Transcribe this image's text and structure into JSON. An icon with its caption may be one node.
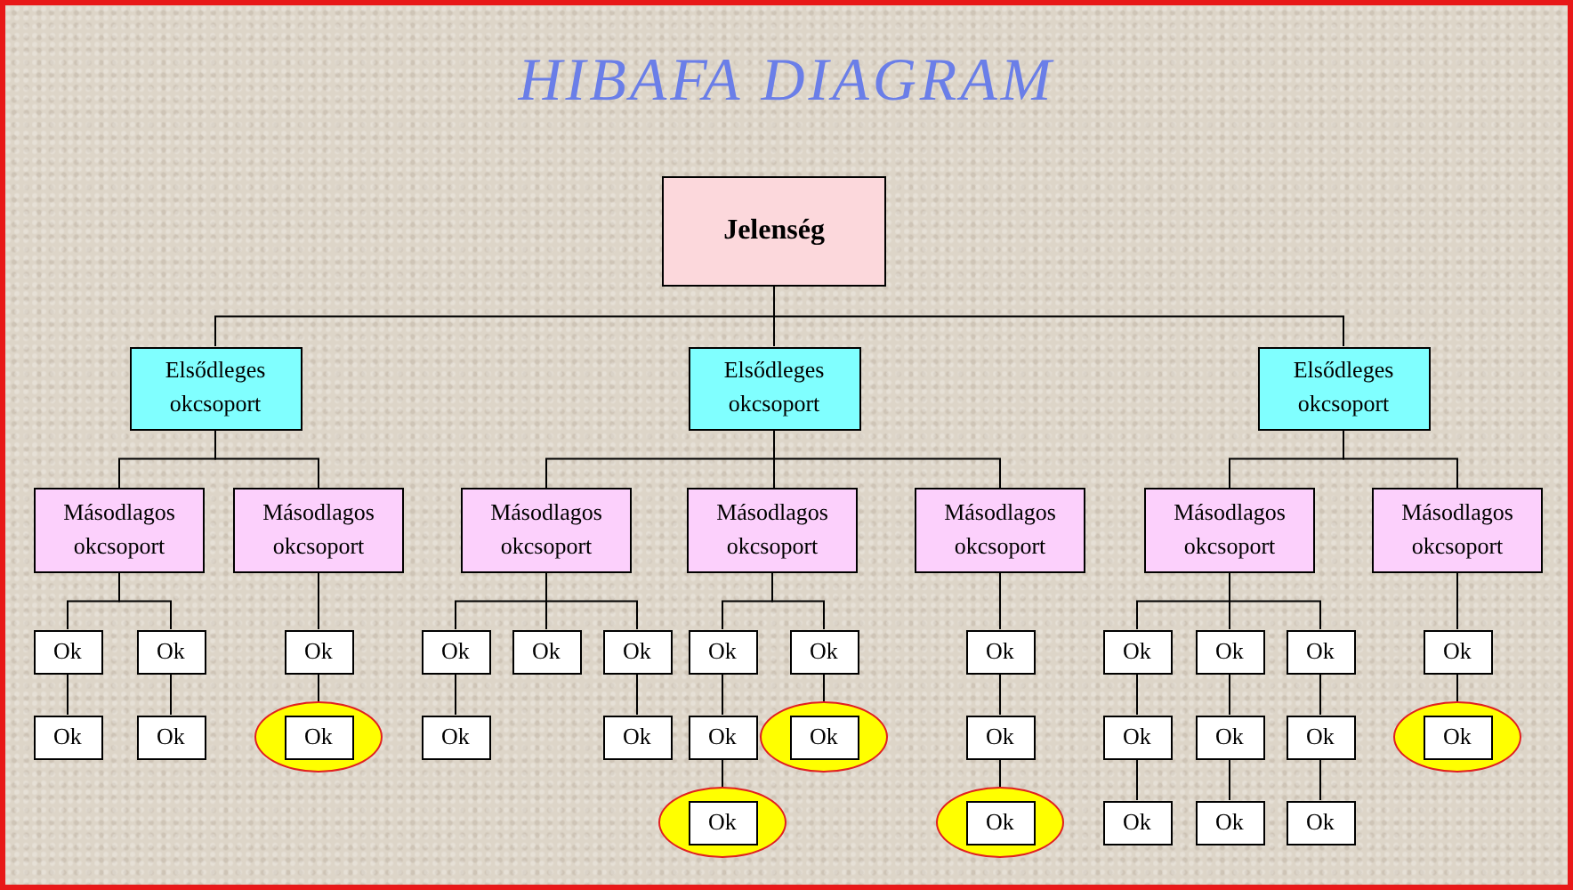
{
  "diagram": {
    "title": "HIBAFA DIAGRAM",
    "nodes": [
      {
        "text": [
          "Jelenség"
        ]
      },
      {
        "text": [
          "Elsődleges okcsoport"
        ]
      },
      {
        "text": [
          "Elsődleges okcsoport"
        ]
      },
      {
        "text": [
          "Elsődleges okcsoport"
        ]
      },
      {
        "text": [
          "Másodlagos okcsoport"
        ]
      },
      {
        "text": [
          "Másodlagos okcsoport"
        ]
      },
      {
        "text": [
          "Másodlagos okcsoport"
        ]
      },
      {
        "text": [
          "Másodlagos okcsoport"
        ]
      },
      {
        "text": [
          "Másodlagos okcsoport"
        ]
      },
      {
        "text": [
          "Másodlagos okcsoport"
        ]
      },
      {
        "text": [
          "Másodlagos okcsoport"
        ]
      },
      {
        "text": [
          "Ok"
        ]
      },
      {
        "text": [
          "Ok"
        ]
      },
      {
        "text": [
          "Ok"
        ]
      },
      {
        "text": [
          "Ok"
        ]
      },
      {
        "text": [
          "Ok"
        ]
      },
      {
        "text": [
          "Ok"
        ]
      },
      {
        "text": [
          "Ok"
        ]
      },
      {
        "text": [
          "Ok"
        ]
      },
      {
        "text": [
          "Ok"
        ]
      },
      {
        "text": [
          "Ok"
        ]
      },
      {
        "text": [
          "Ok"
        ]
      },
      {
        "text": [
          "Ok"
        ]
      },
      {
        "text": [
          "Ok"
        ]
      },
      {
        "text": [
          "Ok"
        ]
      },
      {
        "text": [
          "Ok"
        ]
      },
      {
        "text": [],
        "shape": "ellipse"
      },
      {
        "text": [
          "Ok"
        ],
        "in": 26
      },
      {
        "text": [
          "Ok"
        ]
      },
      {
        "text": [
          "Ok"
        ]
      },
      {
        "text": [
          "Ok"
        ]
      },
      {
        "text": [],
        "shape": "ellipse"
      },
      {
        "text": [
          "Ok"
        ],
        "in": 31
      },
      {
        "text": [
          "Ok"
        ]
      },
      {
        "text": [
          "Ok"
        ]
      },
      {
        "text": [
          "Ok"
        ]
      },
      {
        "text": [
          "Ok"
        ]
      },
      {
        "text": [],
        "shape": "ellipse"
      },
      {
        "text": [
          "Ok"
        ],
        "in": 37
      },
      {
        "text": [],
        "shape": "ellipse"
      },
      {
        "text": [
          "Ok"
        ],
        "in": 39
      },
      {
        "text": [],
        "shape": "ellipse"
      },
      {
        "text": [
          "Ok"
        ],
        "in": 41
      },
      {
        "text": [
          "Ok"
        ]
      },
      {
        "text": [
          "Ok"
        ]
      },
      {
        "text": [
          "Ok"
        ]
      }
    ],
    "edges": [
      {
        "from": 0,
        "to": 1,
        "arrow": "none"
      },
      {
        "from": 0,
        "to": 2,
        "arrow": "none"
      },
      {
        "from": 0,
        "to": 3,
        "arrow": "none"
      },
      {
        "from": 1,
        "to": 4,
        "arrow": "none"
      },
      {
        "from": 1,
        "to": 5,
        "arrow": "none"
      },
      {
        "from": 2,
        "to": 6,
        "arrow": "none"
      },
      {
        "from": 2,
        "to": 7,
        "arrow": "none"
      },
      {
        "from": 2,
        "to": 8,
        "arrow": "none"
      },
      {
        "from": 3,
        "to": 9,
        "arrow": "none"
      },
      {
        "from": 3,
        "to": 10,
        "arrow": "none"
      },
      {
        "from": 4,
        "to": 11,
        "arrow": "none"
      },
      {
        "from": 4,
        "to": 12,
        "arrow": "none"
      },
      {
        "from": 5,
        "to": 13,
        "arrow": "none"
      },
      {
        "from": 6,
        "to": 14,
        "arrow": "none"
      },
      {
        "from": 6,
        "to": 15,
        "arrow": "none"
      },
      {
        "from": 6,
        "to": 16,
        "arrow": "none"
      },
      {
        "from": 7,
        "to": 17,
        "arrow": "none"
      },
      {
        "from": 7,
        "to": 18,
        "arrow": "none"
      },
      {
        "from": 8,
        "to": 19,
        "arrow": "none"
      },
      {
        "from": 9,
        "to": 20,
        "arrow": "none"
      },
      {
        "from": 9,
        "to": 21,
        "arrow": "none"
      },
      {
        "from": 9,
        "to": 22,
        "arrow": "none"
      },
      {
        "from": 10,
        "to": 23,
        "arrow": "none"
      },
      {
        "from": 11,
        "to": 24,
        "arrow": "none"
      },
      {
        "from": 12,
        "to": 25,
        "arrow": "none"
      },
      {
        "from": 13,
        "to": 27,
        "arrow": "none"
      },
      {
        "from": 14,
        "to": 28,
        "arrow": "none"
      },
      {
        "from": 16,
        "to": 29,
        "arrow": "none"
      },
      {
        "from": 17,
        "to": 30,
        "arrow": "none"
      },
      {
        "from": 18,
        "to": 32,
        "arrow": "none"
      },
      {
        "from": 19,
        "to": 33,
        "arrow": "none"
      },
      {
        "from": 20,
        "to": 34,
        "arrow": "none"
      },
      {
        "from": 21,
        "to": 35,
        "arrow": "none"
      },
      {
        "from": 22,
        "to": 36,
        "arrow": "none"
      },
      {
        "from": 23,
        "to": 38,
        "arrow": "none"
      },
      {
        "from": 30,
        "to": 40,
        "arrow": "none"
      },
      {
        "from": 33,
        "to": 42,
        "arrow": "none"
      },
      {
        "from": 34,
        "to": 43,
        "arrow": "none"
      },
      {
        "from": 35,
        "to": 44,
        "arrow": "none"
      },
      {
        "from": 36,
        "to": 45,
        "arrow": "none"
      }
    ]
  }
}
